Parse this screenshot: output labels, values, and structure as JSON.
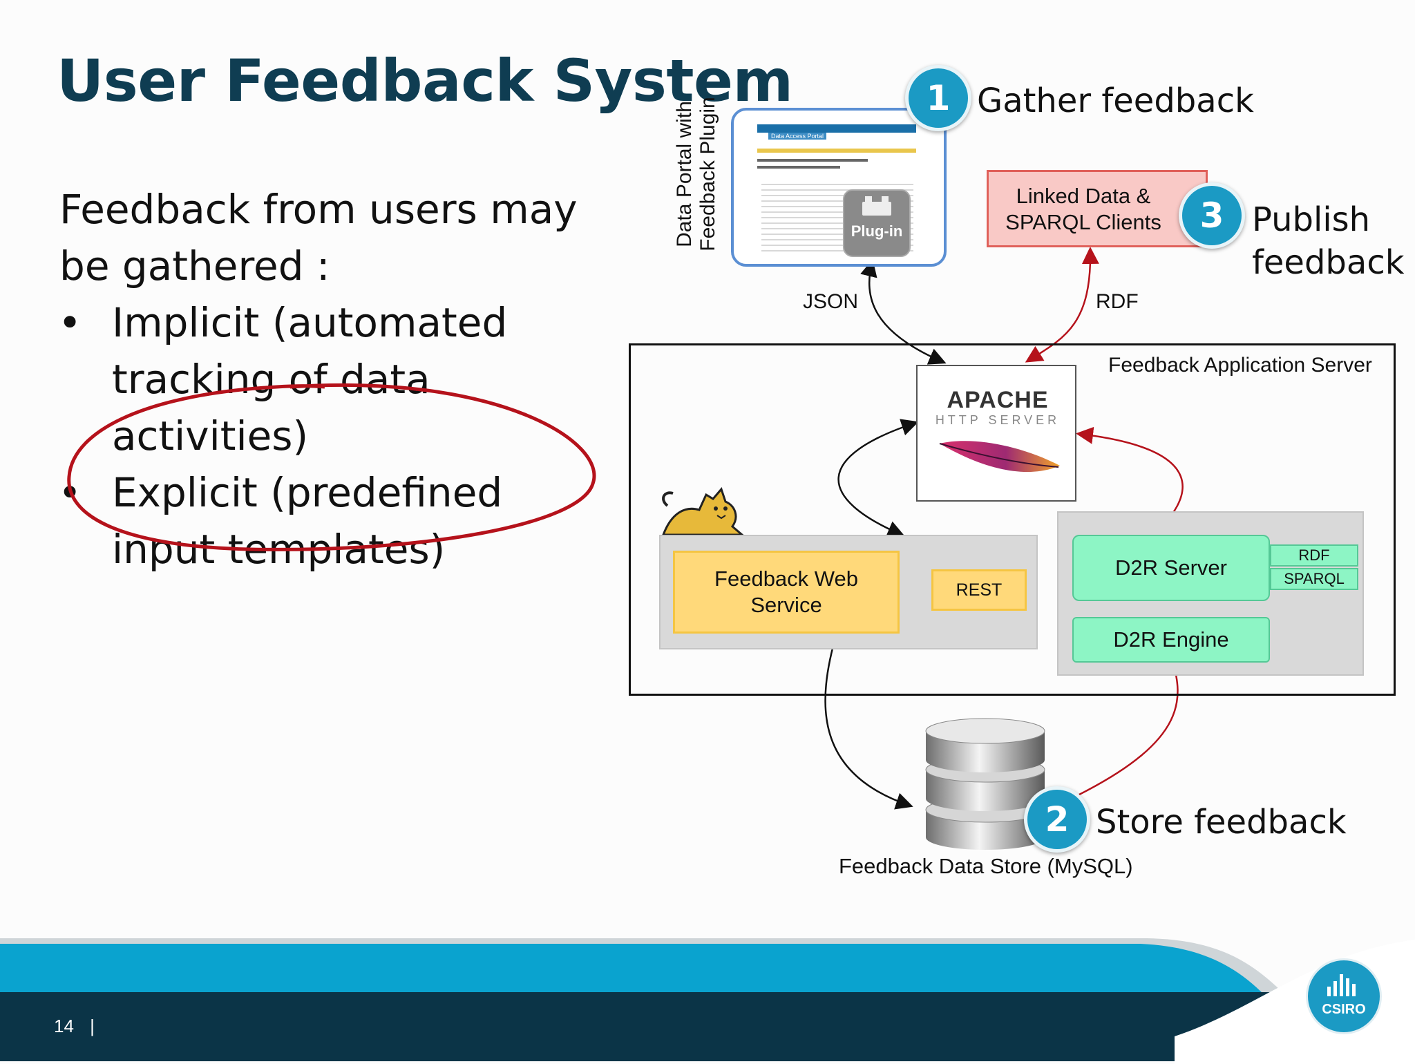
{
  "slide": {
    "title": "User Feedback System",
    "intro_line1": "Feedback from users may",
    "intro_line2": "be gathered :",
    "bullets": [
      {
        "marker": "•",
        "lines": [
          "Implicit (automated",
          "tracking of data",
          "activities)"
        ]
      },
      {
        "marker": "•",
        "lines": [
          "Explicit (predefined",
          "input templates)"
        ]
      }
    ],
    "page_number": "14",
    "page_separator": "|"
  },
  "diagram": {
    "portal_label_line1": "Data Portal with",
    "portal_label_line2": "Feedback Plugin",
    "portal_mock_header": "Data Access Portal",
    "plugin_label": "Plug-in",
    "step1": {
      "number": "1",
      "text": "Gather feedback"
    },
    "step2": {
      "number": "2",
      "text": "Store feedback"
    },
    "step3": {
      "number": "3",
      "text_line1": "Publish",
      "text_line2": "feedback"
    },
    "linked_data_line1": "Linked Data &",
    "linked_data_line2": "SPARQL Clients",
    "json_label": "JSON",
    "rdf_label": "RDF",
    "server_title": "Feedback Application Server",
    "apache_name": "APACHE",
    "apache_sub": "HTTP SERVER",
    "web_service_line1": "Feedback Web",
    "web_service_line2": "Service",
    "rest_label": "REST",
    "d2r_server": "D2R Server",
    "d2r_engine": "D2R Engine",
    "rdf_tag": "RDF",
    "sparql_tag": "SPARQL",
    "data_store_label": "Feedback Data Store (MySQL)",
    "logo_text": "CSIRO"
  },
  "colors": {
    "title": "#0f3d52",
    "badge": "#1b9ac4",
    "ellipse": "#b5121b",
    "footer_dark": "#0b3447",
    "footer_band": "#0aa3cf",
    "linked_box_fill": "#f9c9c6",
    "linked_box_border": "#e0605a",
    "teal_box": "#8df5c5",
    "yellow_box": "#ffd97a"
  },
  "icons": [
    "plugin-icon",
    "feather-icon",
    "tomcat-icon",
    "database-icon",
    "csiro-logo-icon"
  ]
}
